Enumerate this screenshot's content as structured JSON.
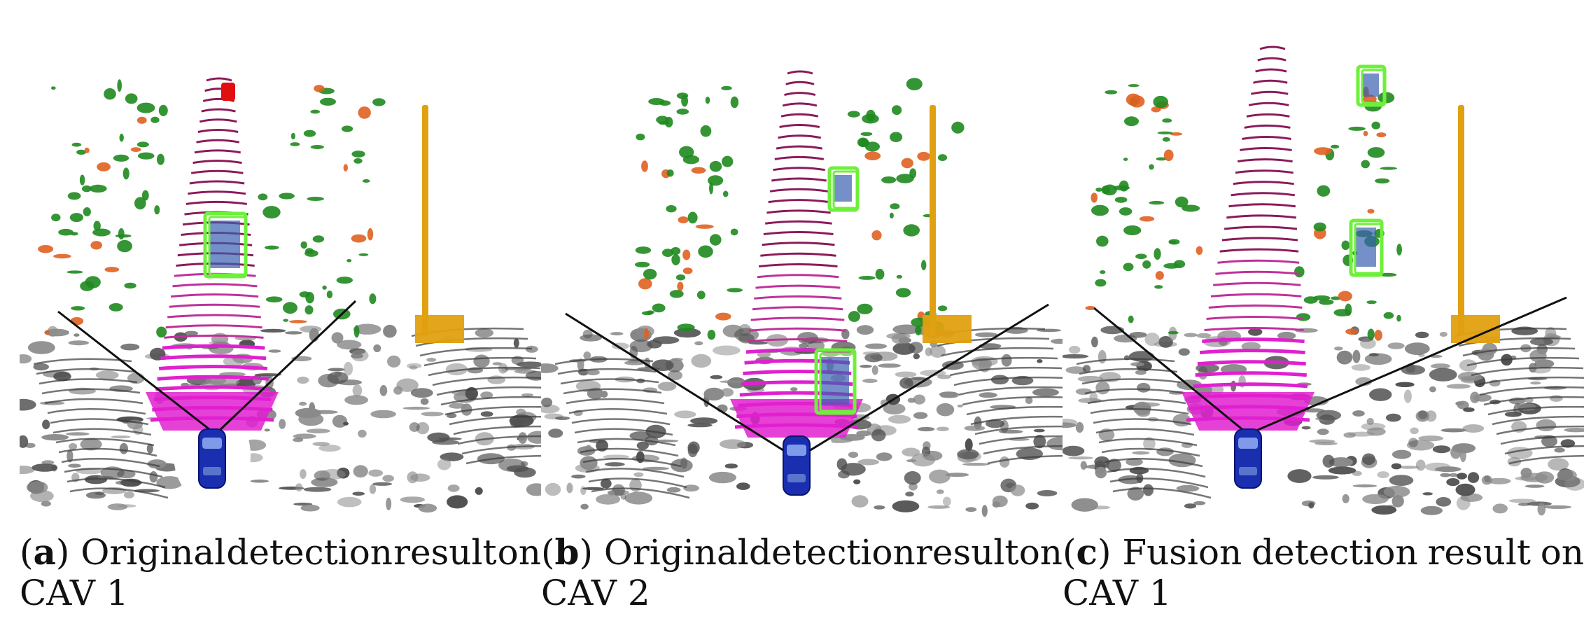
{
  "figure": {
    "panels": [
      {
        "id": "a",
        "label": "a",
        "caption_words": [
          "Original",
          "detection",
          "result",
          "on"
        ],
        "caption_line2": "CAV 1",
        "car_color": "#1a2fb0",
        "detections": [
          "green box",
          "red box"
        ]
      },
      {
        "id": "b",
        "label": "b",
        "caption_words": [
          "Original",
          "detection",
          "result",
          "on"
        ],
        "caption_line2": "CAV 2",
        "car_color": "#1a2fb0",
        "detections": [
          "green box",
          "green box"
        ]
      },
      {
        "id": "c",
        "label": "c",
        "caption_words": [
          "Fusion",
          "detection",
          "result",
          "on"
        ],
        "caption_line2": "CAV 1",
        "car_color": "#1a2fb0",
        "detections": [
          "green box",
          "green box"
        ]
      }
    ],
    "colors": {
      "road_scan": "#8b1a5a",
      "near_road": "#e020d0",
      "vegetation": "#1f8a1f",
      "pole": "#e0a010",
      "ground": "#606060",
      "detection_box": "#6ef03a",
      "missed_box": "#e01010"
    }
  }
}
